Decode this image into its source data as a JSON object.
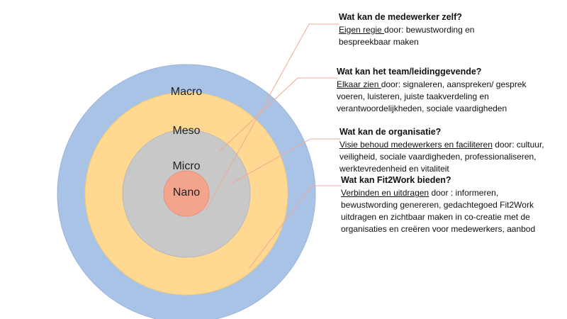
{
  "rings": [
    {
      "label": "Macro",
      "color": "#a9c3e6",
      "edge": "#9ab4da"
    },
    {
      "label": "Meso",
      "color": "#ffd891",
      "edge": "#f0c877"
    },
    {
      "label": "Micro",
      "color": "#c8c8c8",
      "edge": "#b8b8b8"
    },
    {
      "label": "Nano",
      "color": "#f2a48d",
      "edge": "#e8907a"
    }
  ],
  "connector_color": "#f2a893",
  "blocks": [
    {
      "heading": "Wat kan de medewerker zelf?",
      "lead": "Eigen regie ",
      "rest": "door: bewustwording en bespreekbaar maken"
    },
    {
      "heading": "Wat kan het  team/leidinggevende?",
      "lead": "Elkaar zien ",
      "rest": " door: signaleren, aanspreken/ gesprek voeren, luisteren, juiste taakverdeling en verantwoordelijkheden, sociale vaardigheden"
    },
    {
      "heading": "Wat kan de organisatie?",
      "lead": "Visie behoud medewerkers en faciliteren",
      "rest": " door: cultuur,  veiligheid, sociale vaardigheden, professionaliseren, werktevredenheid en vitaliteit"
    },
    {
      "heading": "Wat kan Fit2Work bieden?",
      "lead": "Verbinden en uitdragen",
      "rest": " door : informeren, bewustwording genereren, gedachtegoed Fit2Work uitdragen en zichtbaar maken in co-creatie met de organisaties en creëren voor medewerkers, aanbod"
    }
  ]
}
